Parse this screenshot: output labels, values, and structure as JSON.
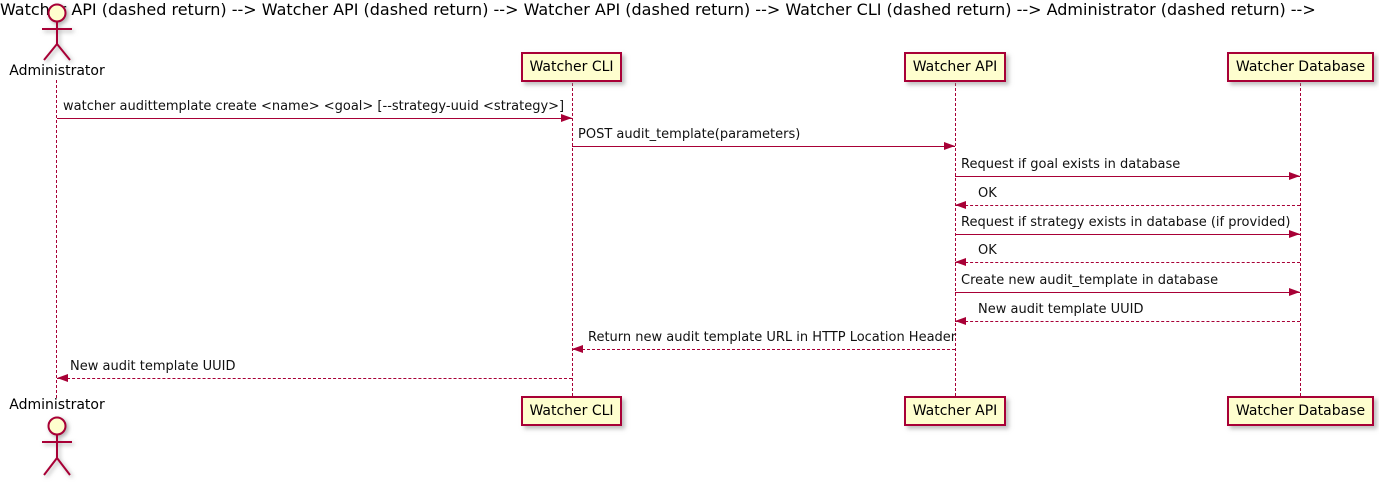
{
  "diagram": {
    "type": "sequence",
    "background_color": "#FFFFFF",
    "accent_color": "#A80036",
    "box_fill_color": "#FEFECE",
    "text_color": "#000000"
  },
  "participants": [
    {
      "label": "Administrator",
      "kind": "actor"
    },
    {
      "label": "Watcher CLI",
      "kind": "participant"
    },
    {
      "label": "Watcher API",
      "kind": "participant"
    },
    {
      "label": "Watcher Database",
      "kind": "participant"
    }
  ],
  "messages": [
    {
      "from": "Administrator",
      "to": "Watcher CLI",
      "style": "solid",
      "text": "watcher audittemplate create <name> <goal> [--strategy-uuid <strategy>]"
    },
    {
      "from": "Watcher CLI",
      "to": "Watcher API",
      "style": "solid",
      "text": "POST audit_template(parameters)"
    },
    {
      "from": "Watcher API",
      "to": "Watcher Database",
      "style": "solid",
      "text": "Request if goal exists in database"
    },
    {
      "from": "Watcher Database",
      "to": "Watcher API",
      "style": "dashed",
      "text": "OK"
    },
    {
      "from": "Watcher API",
      "to": "Watcher Database",
      "style": "solid",
      "text": "Request if strategy exists in database (if provided)"
    },
    {
      "from": "Watcher Database",
      "to": "Watcher API",
      "style": "dashed",
      "text": "OK"
    },
    {
      "from": "Watcher API",
      "to": "Watcher Database",
      "style": "solid",
      "text": "Create new audit_template in database"
    },
    {
      "from": "Watcher Database",
      "to": "Watcher API",
      "style": "dashed",
      "text": "New audit template UUID"
    },
    {
      "from": "Watcher API",
      "to": "Watcher CLI",
      "style": "dashed",
      "text": "Return new audit template URL in HTTP Location Header"
    },
    {
      "from": "Watcher CLI",
      "to": "Administrator",
      "style": "dashed",
      "text": "New audit template UUID"
    }
  ]
}
